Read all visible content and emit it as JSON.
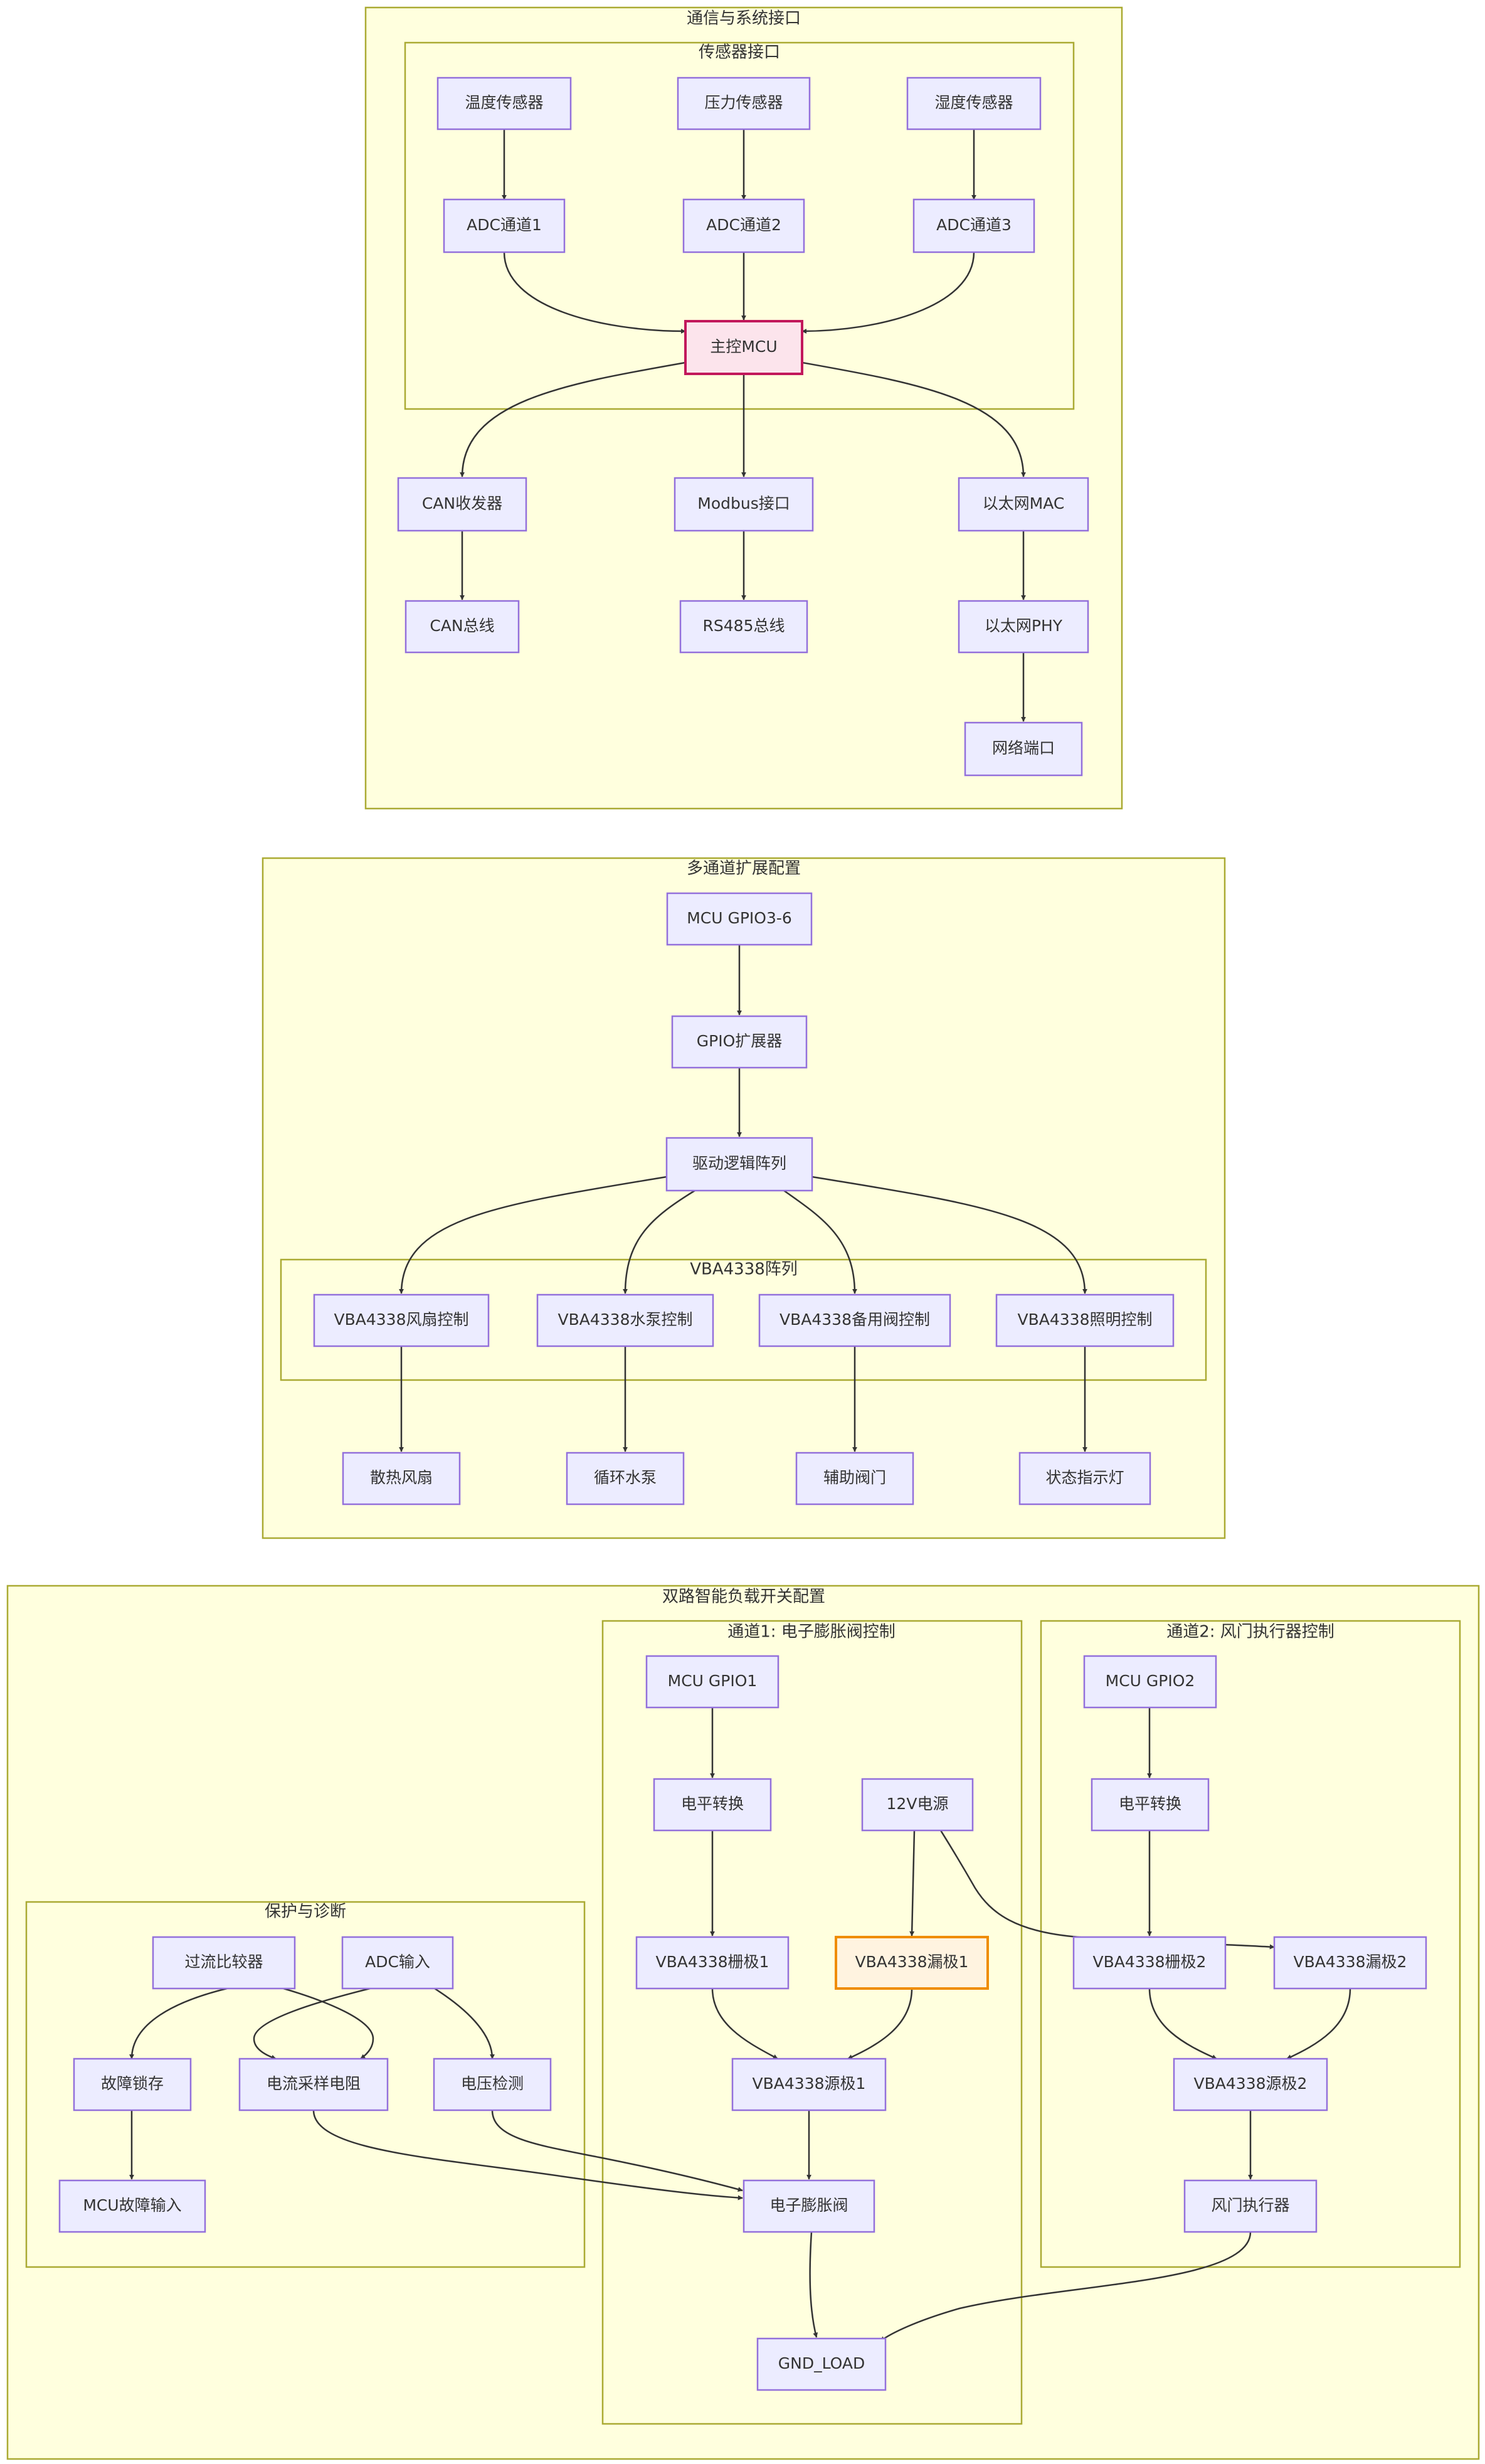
{
  "diagram": {
    "groups": {
      "comm": "通信与系统接口",
      "sensor": "传感器接口",
      "multi": "多通道扩展配置",
      "vbaarray": "VBA4338阵列",
      "dual": "双路智能负载开关配置",
      "ch1": "通道1: 电子膨胀阀控制",
      "ch2": "通道2: 风门执行器控制",
      "prot": "保护与诊断"
    },
    "nodes": {
      "temp_sensor": "温度传感器",
      "press_sensor": "压力传感器",
      "humid_sensor": "湿度传感器",
      "adc1": "ADC通道1",
      "adc2": "ADC通道2",
      "adc3": "ADC通道3",
      "mcu": "主控MCU",
      "can_tx": "CAN收发器",
      "modbus": "Modbus接口",
      "eth_mac": "以太网MAC",
      "can_bus": "CAN总线",
      "rs485": "RS485总线",
      "eth_phy": "以太网PHY",
      "net_port": "网络端口",
      "gpio36": "MCU GPIO3-6",
      "gpio_exp": "GPIO扩展器",
      "drv_logic": "驱动逻辑阵列",
      "vba_fan": "VBA4338风扇控制",
      "vba_pump": "VBA4338水泵控制",
      "vba_valve": "VBA4338备用阀控制",
      "vba_light": "VBA4338照明控制",
      "fan": "散热风扇",
      "pump": "循环水泵",
      "aux_valve": "辅助阀门",
      "status_led": "状态指示灯",
      "gpio1": "MCU GPIO1",
      "lvl1": "电平转换",
      "pwr12": "12V电源",
      "gate1": "VBA4338栅极1",
      "drain1": "VBA4338漏极1",
      "source1": "VBA4338源极1",
      "eev": "电子膨胀阀",
      "gnd": "GND_LOAD",
      "gpio2": "MCU GPIO2",
      "lvl2": "电平转换",
      "gate2": "VBA4338栅极2",
      "drain2": "VBA4338漏极2",
      "source2": "VBA4338源极2",
      "damper": "风门执行器",
      "oc_comp": "过流比较器",
      "adc_in": "ADC输入",
      "fault_latch": "故障锁存",
      "cur_sense": "电流采样电阻",
      "volt_det": "电压检测",
      "mcu_fault": "MCU故障输入"
    },
    "edges": [
      {
        "from": "temp_sensor",
        "to": "adc1"
      },
      {
        "from": "press_sensor",
        "to": "adc2"
      },
      {
        "from": "humid_sensor",
        "to": "adc3"
      },
      {
        "from": "adc1",
        "to": "mcu"
      },
      {
        "from": "adc2",
        "to": "mcu"
      },
      {
        "from": "adc3",
        "to": "mcu"
      },
      {
        "from": "mcu",
        "to": "can_tx"
      },
      {
        "from": "mcu",
        "to": "modbus"
      },
      {
        "from": "mcu",
        "to": "eth_mac"
      },
      {
        "from": "can_tx",
        "to": "can_bus"
      },
      {
        "from": "modbus",
        "to": "rs485"
      },
      {
        "from": "eth_mac",
        "to": "eth_phy"
      },
      {
        "from": "eth_phy",
        "to": "net_port"
      },
      {
        "from": "gpio36",
        "to": "gpio_exp"
      },
      {
        "from": "gpio_exp",
        "to": "drv_logic"
      },
      {
        "from": "drv_logic",
        "to": "vba_fan"
      },
      {
        "from": "drv_logic",
        "to": "vba_pump"
      },
      {
        "from": "drv_logic",
        "to": "vba_valve"
      },
      {
        "from": "drv_logic",
        "to": "vba_light"
      },
      {
        "from": "vba_fan",
        "to": "fan"
      },
      {
        "from": "vba_pump",
        "to": "pump"
      },
      {
        "from": "vba_valve",
        "to": "aux_valve"
      },
      {
        "from": "vba_light",
        "to": "status_led"
      },
      {
        "from": "gpio1",
        "to": "lvl1"
      },
      {
        "from": "lvl1",
        "to": "gate1"
      },
      {
        "from": "pwr12",
        "to": "drain1"
      },
      {
        "from": "pwr12",
        "to": "drain2"
      },
      {
        "from": "gate1",
        "to": "source1"
      },
      {
        "from": "drain1",
        "to": "source1"
      },
      {
        "from": "source1",
        "to": "eev"
      },
      {
        "from": "eev",
        "to": "gnd"
      },
      {
        "from": "gpio2",
        "to": "lvl2"
      },
      {
        "from": "lvl2",
        "to": "gate2"
      },
      {
        "from": "gate2",
        "to": "source2"
      },
      {
        "from": "drain2",
        "to": "source2"
      },
      {
        "from": "source2",
        "to": "damper"
      },
      {
        "from": "damper",
        "to": "gnd"
      },
      {
        "from": "oc_comp",
        "to": "fault_latch"
      },
      {
        "from": "oc_comp",
        "to": "cur_sense"
      },
      {
        "from": "adc_in",
        "to": "cur_sense"
      },
      {
        "from": "adc_in",
        "to": "volt_det"
      },
      {
        "from": "fault_latch",
        "to": "mcu_fault"
      },
      {
        "from": "cur_sense",
        "to": "eev"
      },
      {
        "from": "volt_det",
        "to": "eev"
      }
    ]
  }
}
